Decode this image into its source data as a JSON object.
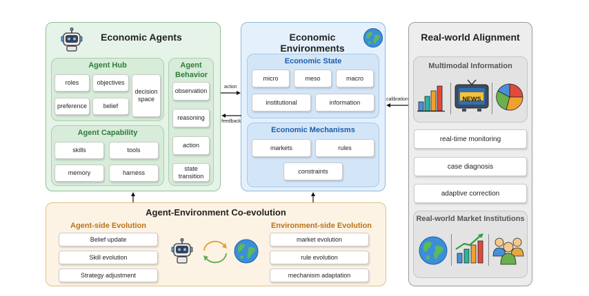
{
  "agents": {
    "title": "Economic Agents",
    "hub": {
      "title": "Agent Hub",
      "items": [
        "roles",
        "objectives",
        "decision space",
        "preference",
        "belief"
      ]
    },
    "capability": {
      "title": "Agent Capability",
      "items": [
        "skills",
        "tools",
        "memory",
        "harness"
      ]
    },
    "behavior": {
      "title": "Agent Behavior",
      "items": [
        "observation",
        "reasoning",
        "action",
        "state transition"
      ]
    }
  },
  "environments": {
    "title": "Economic Environments",
    "state": {
      "title": "Economic State",
      "items": [
        "micro",
        "meso",
        "macro",
        "institutional",
        "information"
      ]
    },
    "mechanisms": {
      "title": "Economic Mechanisms",
      "items": [
        "markets",
        "rules",
        "constraints"
      ]
    }
  },
  "arrows": {
    "action": "action",
    "feedback": "feedback",
    "calibration": "calibration"
  },
  "alignment": {
    "title": "Real-world Alignment",
    "multimodal_title": "Multimodal Information",
    "news_label": "NEWS",
    "items": [
      "real-time monitoring",
      "case diagnosis",
      "adaptive correction"
    ],
    "institutions_title": "Real-world Market Institutions"
  },
  "coevolution": {
    "title": "Agent-Environment Co-evolution",
    "agent_side": {
      "title": "Agent-side Evolution",
      "items": [
        "Belief update",
        "Skill evolution",
        "Strategy adjustment"
      ]
    },
    "env_side": {
      "title": "Environment-side Evolution",
      "items": [
        "market evolution",
        "rule evolution",
        "mechanism adaptation"
      ]
    }
  },
  "colors": {
    "agent_panel": "#e6f3e8",
    "agent_border": "#8fbf95",
    "agent_title": "#2e7d3a",
    "env_panel": "#e4f0fb",
    "env_border": "#8db7dd",
    "env_title": "#1f5ca8",
    "align_panel": "#ededed",
    "align_border": "#9a9a9a",
    "coevo_panel": "#fdf3e4",
    "coevo_border": "#e2bf86",
    "coevo_title": "#b9731a"
  }
}
